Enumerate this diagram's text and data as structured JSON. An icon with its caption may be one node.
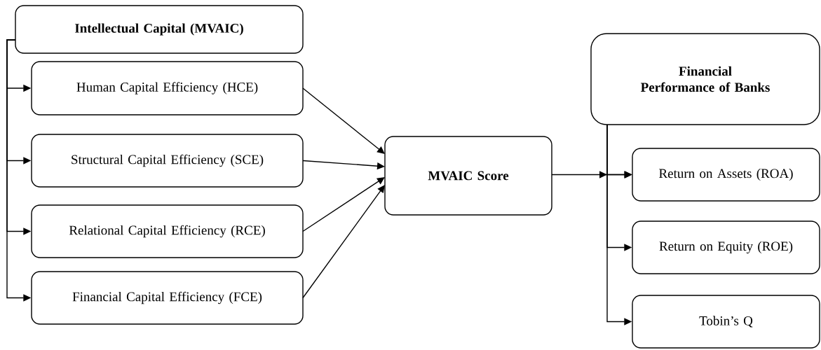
{
  "diagram": {
    "nodes": [
      {
        "text": [
          "**Intellectual Capital (MVAIC)**"
        ]
      },
      {
        "text": [
          "Human Capital Efficiency (HCE)"
        ]
      },
      {
        "text": [
          "Structural Capital Efficiency (SCE)"
        ]
      },
      {
        "text": [
          "Relational Capital Efficiency (RCE)"
        ]
      },
      {
        "text": [
          "Financial Capital Efficiency (FCE)"
        ]
      },
      {
        "text": [
          "**MVAIC Score**"
        ]
      },
      {
        "text": [
          "**Financial Performance of Banks**"
        ]
      },
      {
        "text": [
          "Return on Assets (ROA)"
        ]
      },
      {
        "text": [
          "Return on Equity (ROE)"
        ]
      },
      {
        "text": [
          "Tobin’s Q"
        ]
      }
    ],
    "edges": [
      {
        "from": 0,
        "to": 1,
        "arrow": "to"
      },
      {
        "from": 0,
        "to": 2,
        "arrow": "to"
      },
      {
        "from": 0,
        "to": 3,
        "arrow": "to"
      },
      {
        "from": 0,
        "to": 4,
        "arrow": "to"
      },
      {
        "from": 1,
        "to": 5,
        "arrow": "to"
      },
      {
        "from": 2,
        "to": 5,
        "arrow": "to"
      },
      {
        "from": 3,
        "to": 5,
        "arrow": "to"
      },
      {
        "from": 4,
        "to": 5,
        "arrow": "to"
      },
      {
        "from": 5,
        "to": 7,
        "arrow": "to"
      },
      {
        "from": 6,
        "to": 7,
        "arrow": "to"
      },
      {
        "from": 6,
        "to": 8,
        "arrow": "to"
      },
      {
        "from": 6,
        "to": 9,
        "arrow": "to"
      }
    ]
  }
}
